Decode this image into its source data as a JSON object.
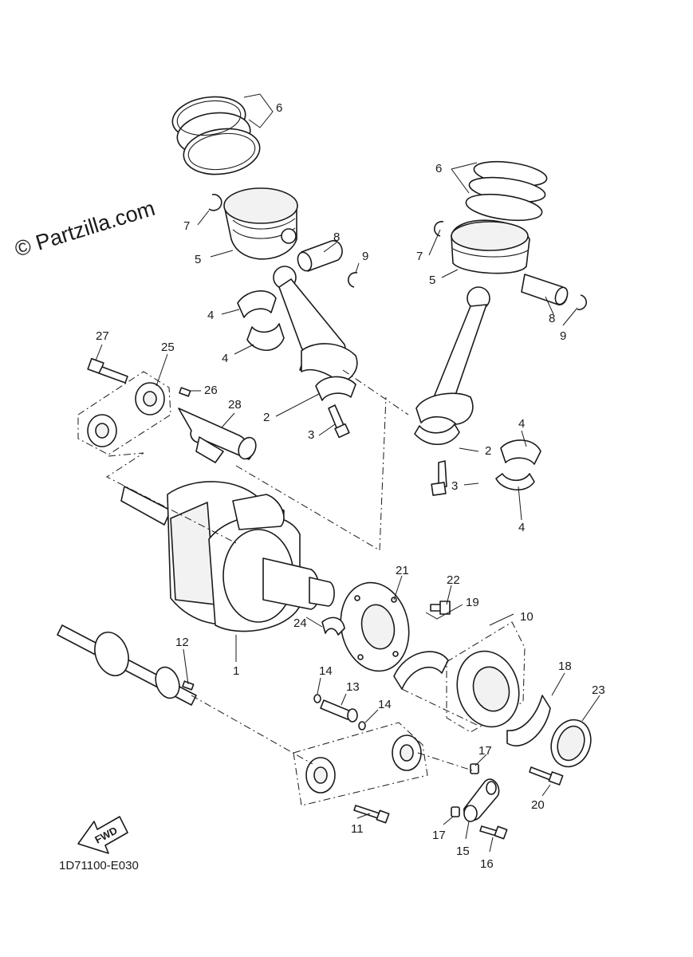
{
  "watermark": "© Partzilla.com",
  "diagram_code": "1D71100-E030",
  "fwd_label": "FWD",
  "callouts": [
    {
      "id": "c6a",
      "label": "6"
    },
    {
      "id": "c7a",
      "label": "7"
    },
    {
      "id": "c8a",
      "label": "8"
    },
    {
      "id": "c9a",
      "label": "9"
    },
    {
      "id": "c5a",
      "label": "5"
    },
    {
      "id": "c4a",
      "label": "4"
    },
    {
      "id": "c4b",
      "label": "4"
    },
    {
      "id": "c6b",
      "label": "6"
    },
    {
      "id": "c7b",
      "label": "7"
    },
    {
      "id": "c5b",
      "label": "5"
    },
    {
      "id": "c8b",
      "label": "8"
    },
    {
      "id": "c9b",
      "label": "9"
    },
    {
      "id": "c27",
      "label": "27"
    },
    {
      "id": "c25",
      "label": "25"
    },
    {
      "id": "c26",
      "label": "26"
    },
    {
      "id": "c28",
      "label": "28"
    },
    {
      "id": "c2a",
      "label": "2"
    },
    {
      "id": "c3a",
      "label": "3"
    },
    {
      "id": "c4c",
      "label": "4"
    },
    {
      "id": "c2b",
      "label": "2"
    },
    {
      "id": "c3b",
      "label": "3"
    },
    {
      "id": "c4d",
      "label": "4"
    },
    {
      "id": "c21",
      "label": "21"
    },
    {
      "id": "c22",
      "label": "22"
    },
    {
      "id": "c10",
      "label": "10"
    },
    {
      "id": "c19",
      "label": "19"
    },
    {
      "id": "c24",
      "label": "24"
    },
    {
      "id": "c1",
      "label": "1"
    },
    {
      "id": "c12",
      "label": "12"
    },
    {
      "id": "c14a",
      "label": "14"
    },
    {
      "id": "c13",
      "label": "13"
    },
    {
      "id": "c14b",
      "label": "14"
    },
    {
      "id": "c18",
      "label": "18"
    },
    {
      "id": "c23",
      "label": "23"
    },
    {
      "id": "c17a",
      "label": "17"
    },
    {
      "id": "c20",
      "label": "20"
    },
    {
      "id": "c11",
      "label": "11"
    },
    {
      "id": "c17b",
      "label": "17"
    },
    {
      "id": "c15",
      "label": "15"
    },
    {
      "id": "c16",
      "label": "16"
    }
  ]
}
